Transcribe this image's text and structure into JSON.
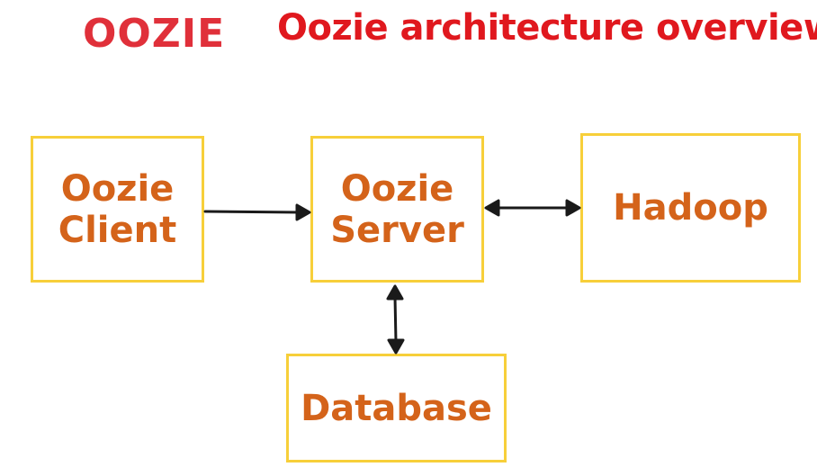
{
  "logo": "OOZIE",
  "title": "Oozie architecture overview",
  "nodes": {
    "client": {
      "line1": "Oozie",
      "line2": "Client"
    },
    "server": {
      "line1": "Oozie",
      "line2": "Server"
    },
    "hadoop": {
      "label": "Hadoop"
    },
    "database": {
      "label": "Database"
    }
  },
  "edges": [
    {
      "from": "client",
      "to": "server",
      "direction": "one-way"
    },
    {
      "from": "server",
      "to": "hadoop",
      "direction": "two-way"
    },
    {
      "from": "server",
      "to": "database",
      "direction": "two-way"
    }
  ],
  "colors": {
    "logo": "#e0303a",
    "title": "#e0181e",
    "node_text": "#d4631a",
    "node_border": "#f7cf3a",
    "arrow": "#1a1a1a"
  }
}
